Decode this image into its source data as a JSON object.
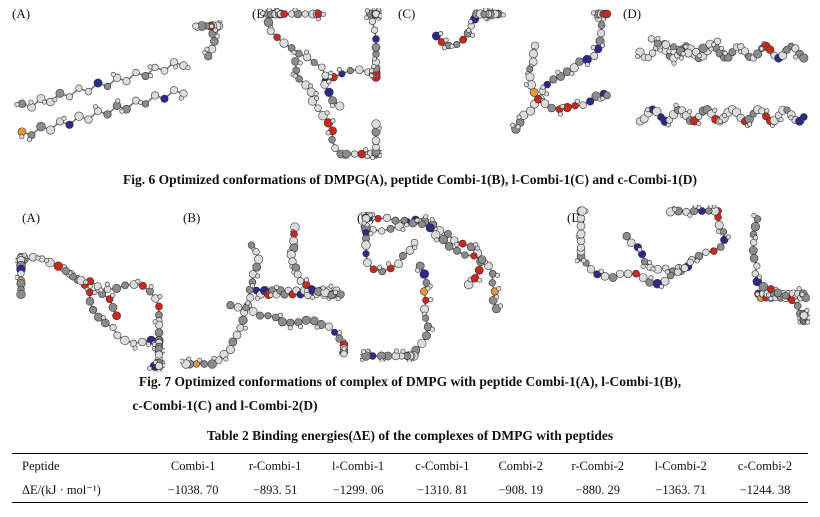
{
  "figure6": {
    "panels": [
      "(A)",
      "(B)",
      "(C)",
      "(D)"
    ],
    "caption": "Fig. 6   Optimized conformations of DMPG(A), peptide Combi-1(B), l-Combi-1(C) and c-Combi-1(D)"
  },
  "figure7": {
    "panels": [
      "(A)",
      "(B)",
      "(C)",
      "(D)"
    ],
    "caption_line1": "Fig. 7   Optimized conformations of complex of DMPG with peptide Combi-1(A), l-Combi-1(B),",
    "caption_line2": "c-Combi-1(C) and l-Combi-2(D)"
  },
  "table2": {
    "title": "Table 2   Binding energies(ΔE) of the complexes of DMPG with peptides",
    "header": [
      "Peptide",
      "Combi-1",
      "r-Combi-1",
      "l-Combi-1",
      "c-Combi-1",
      "Combi-2",
      "r-Combi-2",
      "l-Combi-2",
      "c-Combi-2"
    ],
    "row_label": "ΔE/(kJ · mol⁻¹)",
    "values": [
      "−1038. 70",
      "−893. 51",
      "−1299. 06",
      "−1310. 81",
      "−908. 19",
      "−880. 29",
      "−1363. 71",
      "−1244. 38"
    ]
  },
  "atom_colors": {
    "carbon": "#8c8c8c",
    "hydrogen": "#dcdcdc",
    "oxygen": "#c8281e",
    "nitrogen": "#2a2a8c",
    "phosphorus": "#e09a3a"
  }
}
